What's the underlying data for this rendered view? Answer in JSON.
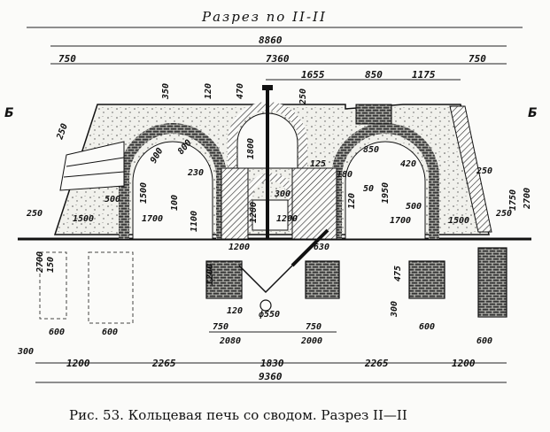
{
  "title": "Разрез по II-II",
  "caption": "Рис. 53. Кольцевая печь со сводом. Разрез II—II",
  "section_marks": {
    "left": "Б",
    "right": "Б"
  },
  "dims_top": {
    "overall": "8860",
    "left": "750",
    "middle": "7360",
    "right": "750",
    "d1655": "1655",
    "d850": "850",
    "d1175": "1175"
  },
  "dims_bottom": {
    "overall": "9360",
    "d1200a": "1200",
    "d2265a": "2265",
    "d1830": "1830",
    "d2265b": "2265",
    "d1200b": "1200",
    "d2000": "2000",
    "d2080": "2080",
    "d750a": "750",
    "d750b": "750",
    "d600a": "600",
    "d600b": "600",
    "d600c": "600",
    "d600d": "600",
    "d300": "300",
    "d120": "120",
    "d550": "ф550"
  },
  "dims_inner": {
    "d350": "350",
    "d120a": "120",
    "d470": "470",
    "d250a": "250",
    "d250b": "250",
    "d250c": "250",
    "d250d": "250",
    "d250e": "250",
    "d900": "900",
    "d800": "800",
    "d230": "230",
    "d1500a": "1500",
    "d1500b": "1500",
    "d1500c": "1500",
    "d500a": "500",
    "d500b": "500",
    "d100": "100",
    "d1100": "1100",
    "d1700a": "1700",
    "d1700b": "1700",
    "d1200a": "1200",
    "d1200b": "1200",
    "d1280": "1280",
    "d300": "300",
    "d125": "125",
    "d850i": "850",
    "d420": "420",
    "d180": "180",
    "d50": "50",
    "d120b": "120",
    "d1950": "1950",
    "d1750": "1750",
    "d2700": "2700",
    "d475": "475",
    "d300b": "300",
    "d630": "630",
    "d150": "150",
    "d2700b": "2700",
    "d1800": "1800",
    "d1200c": "1200"
  }
}
